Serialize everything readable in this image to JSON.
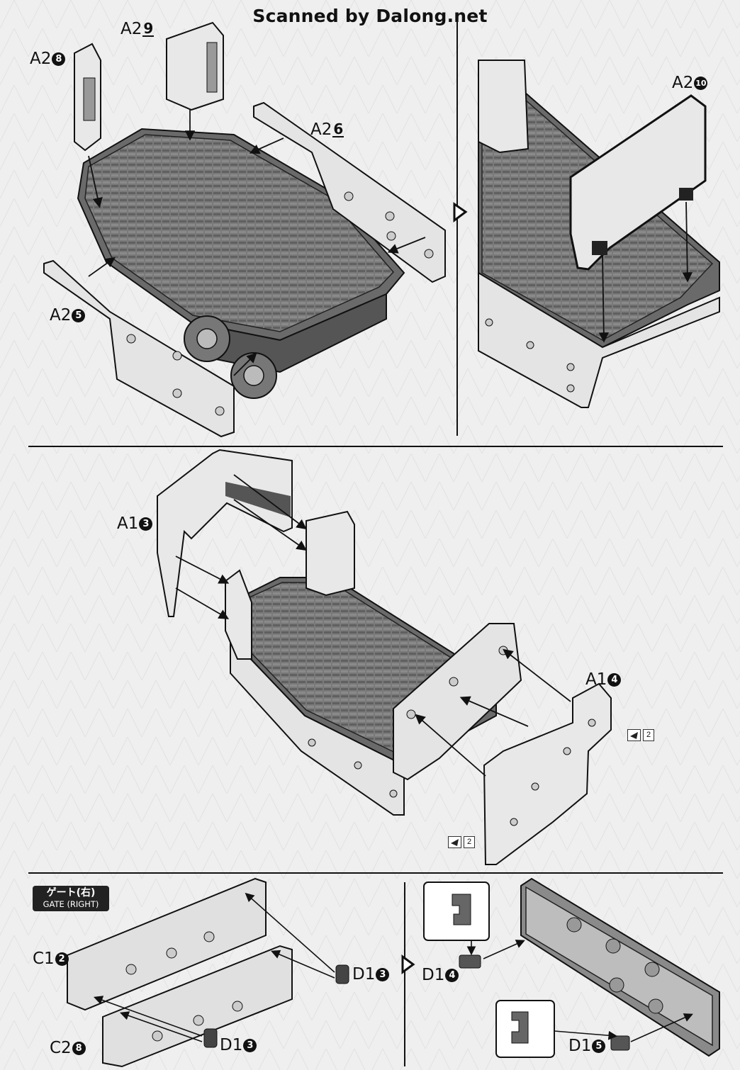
{
  "header": {
    "scan_credit": "Scanned by Dalong.net"
  },
  "step_top_left": {
    "labels": [
      {
        "code": "A2",
        "num": "8",
        "style": "solid"
      },
      {
        "code": "A2",
        "num": "9",
        "style": "underline"
      },
      {
        "code": "A2",
        "num": "6",
        "style": "underline"
      },
      {
        "code": "A2",
        "num": "5",
        "style": "solid"
      }
    ]
  },
  "step_top_right": {
    "labels": [
      {
        "code": "A2",
        "num": "10",
        "style": "solid"
      }
    ]
  },
  "step_middle": {
    "labels": [
      {
        "code": "A1",
        "num": "3",
        "style": "solid"
      },
      {
        "code": "A1",
        "num": "4",
        "style": "solid"
      }
    ],
    "sticker_tags": [
      {
        "count": "2"
      },
      {
        "count": "2"
      }
    ]
  },
  "step_bottom_left": {
    "gate_box": {
      "jp": "ゲート(右)",
      "en": "GATE (RIGHT)"
    },
    "labels": [
      {
        "code": "C1",
        "num": "2",
        "style": "solid"
      },
      {
        "code": "D1",
        "num": "3",
        "style": "solid"
      },
      {
        "code": "C2",
        "num": "8",
        "style": "solid"
      },
      {
        "code": "D1",
        "num": "3",
        "style": "solid"
      }
    ]
  },
  "step_bottom_right": {
    "labels": [
      {
        "code": "D1",
        "num": "4",
        "style": "solid"
      },
      {
        "code": "D1",
        "num": "5",
        "style": "solid"
      }
    ]
  },
  "colors": {
    "paper": "#efefef",
    "deck": "#777777",
    "panel": "#e4e4e4",
    "line": "#111111"
  },
  "icons": [
    "step-arrow-icon",
    "sticker-icon"
  ]
}
